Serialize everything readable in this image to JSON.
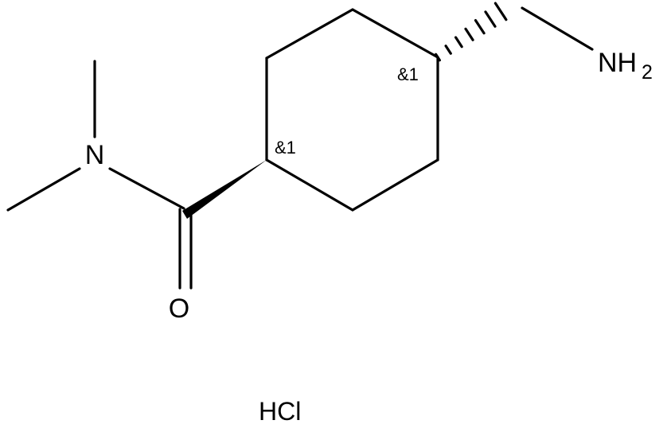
{
  "molecule": {
    "atoms": {
      "amine_n": "NH",
      "amine_h_count": "2",
      "amide_n": "N",
      "carbonyl_o": "O"
    },
    "stereo_labels": {
      "c4": "&1",
      "c1": "&1"
    },
    "salt": "HCl"
  },
  "colors": {
    "ink": "#000000",
    "background": "#ffffff"
  }
}
